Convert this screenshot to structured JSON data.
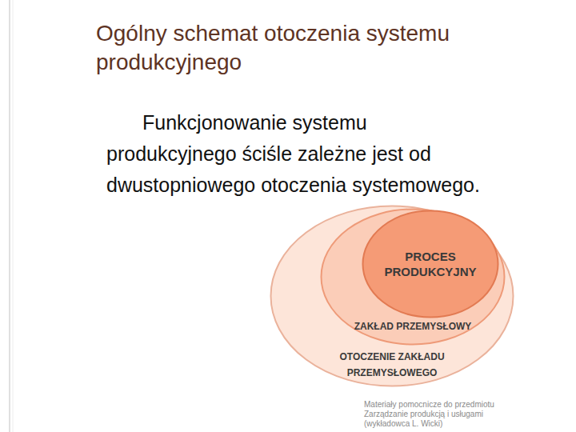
{
  "diagram": {
    "title": "Ogólny schemat otoczenia systemu produkcyjnego",
    "nodes": [
      {
        "text": [
          "OTOCZENIE ZAKŁADU PRZEMYSŁOWEGO"
        ]
      },
      {
        "text": [
          "ZAKŁAD PRZEMYSŁOWY"
        ],
        "in": 0
      },
      {
        "text": [
          "PROCES PRODUKCYJNY"
        ],
        "in": 1
      }
    ],
    "labels": [
      "Funkcjonowanie systemu produkcyjnego ściśle zależne jest od dwustopniowego otoczenia systemowego.",
      "Materiały pomocnicze do przedmiotu Zarządzanie produkcją i usługami (wykładowca L. Wicki)"
    ]
  }
}
